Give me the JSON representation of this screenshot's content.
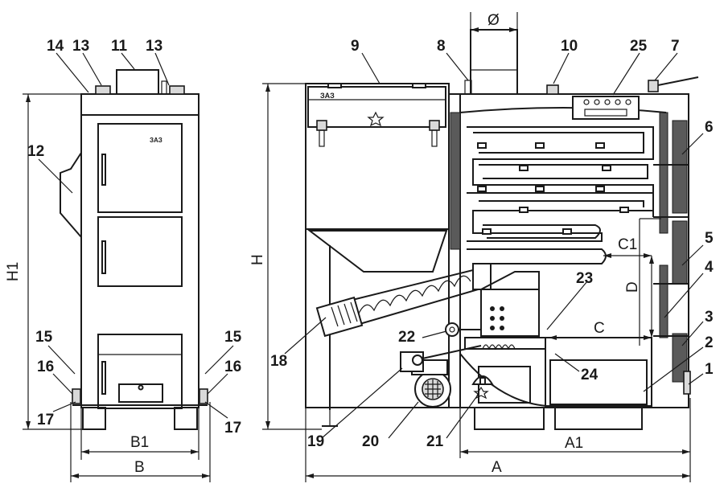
{
  "callouts": {
    "c1": "1",
    "c2": "2",
    "c3": "3",
    "c4": "4",
    "c5": "5",
    "c6": "6",
    "c7": "7",
    "c8": "8",
    "c9": "9",
    "c10": "10",
    "c11": "11",
    "c12": "12",
    "c13a": "13",
    "c13b": "13",
    "c14": "14",
    "c15a": "15",
    "c15b": "15",
    "c16a": "16",
    "c16b": "16",
    "c17a": "17",
    "c17b": "17",
    "c18": "18",
    "c19": "19",
    "c20": "20",
    "c21": "21",
    "c22": "22",
    "c23": "23",
    "c24": "24",
    "c25": "25"
  },
  "dimensions": {
    "diameter": "Ø",
    "h1": "H1",
    "h": "H",
    "b1": "B1",
    "b": "B",
    "a": "A",
    "a1": "A1",
    "c": "C",
    "c1": "C1",
    "d": "D"
  },
  "logo_text": "ЗАЗ"
}
